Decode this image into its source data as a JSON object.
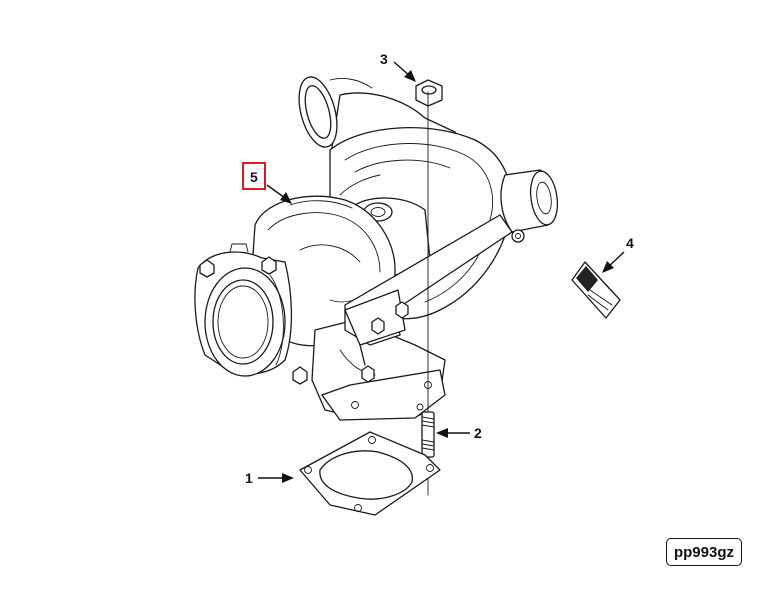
{
  "callouts": {
    "c1": "1",
    "c2": "2",
    "c3": "3",
    "c4": "4",
    "c5": "5"
  },
  "highlight_color": "#d91c1c",
  "reference_code": "pp993gz"
}
